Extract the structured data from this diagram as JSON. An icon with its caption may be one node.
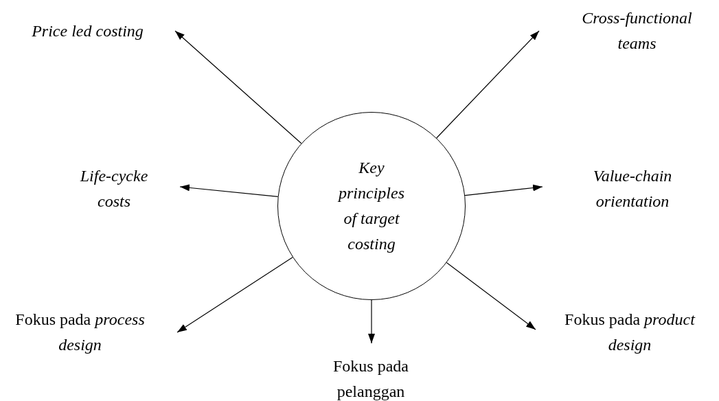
{
  "diagram": {
    "nodes": [
      {
        "text": [
          "Key principles of target costing"
        ]
      },
      {
        "text": [
          "Price led costing"
        ]
      },
      {
        "text": [
          "Cross-functional teams"
        ]
      },
      {
        "text": [
          "Life-cycke costs"
        ]
      },
      {
        "text": [
          "Value-chain orientation"
        ]
      },
      {
        "text": [
          "Fokus pada *process design*"
        ]
      },
      {
        "text": [
          "Fokus pada pelanggan"
        ]
      },
      {
        "text": [
          "Fokus pada *product design*"
        ]
      }
    ],
    "edges": [
      {
        "from": 0,
        "to": 1,
        "arrow": "to"
      },
      {
        "from": 0,
        "to": 2,
        "arrow": "to"
      },
      {
        "from": 0,
        "to": 3,
        "arrow": "to"
      },
      {
        "from": 0,
        "to": 4,
        "arrow": "to"
      },
      {
        "from": 0,
        "to": 5,
        "arrow": "to"
      },
      {
        "from": 0,
        "to": 6,
        "arrow": "to"
      },
      {
        "from": 0,
        "to": 7,
        "arrow": "to"
      }
    ]
  }
}
